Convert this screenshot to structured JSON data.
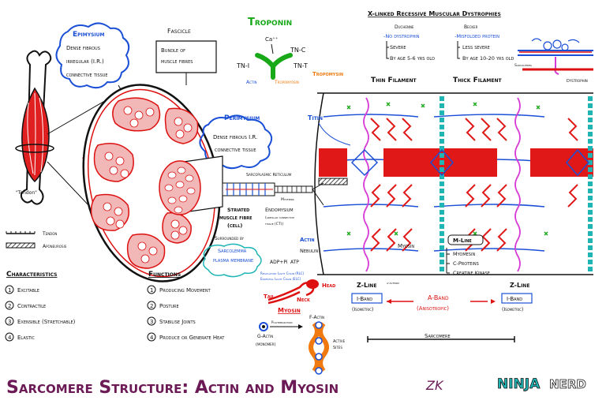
{
  "title": "Sarcomere Structure: Actin and Myosin",
  "brand": {
    "ninja": "NINJA",
    "nerd": "NERD",
    "signature": "ZK"
  },
  "colors": {
    "red": "#d11111",
    "blue": "#1a4fd6",
    "green": "#18a818",
    "teal": "#1fb5b5",
    "magenta": "#d63ad6",
    "purple": "#6b1a55",
    "orange": "#f07a10"
  },
  "muscle": {
    "tendon_label": "\"Tendon\"",
    "epimysium_title": "Epimysium",
    "epimysium_lines": [
      "Dense fibrous",
      "irregular (I.R.)",
      "connective tissue"
    ],
    "fascicle_title": "Fascicle",
    "fascicle_lines": [
      "Bundle of",
      "muscle fibres"
    ],
    "perimysium_title": "Perimysium",
    "perimysium_lines": [
      "Dense fibrous I.R.",
      "connective tissue"
    ],
    "sarcoplasmic_reticulum": "Sarcoplasmic Reticulum",
    "myofibril": "Myofibril",
    "fibre_lines": [
      "Striated",
      "muscle fibre",
      "(cell)"
    ],
    "endomysium_lines": [
      "Endomysium",
      "(areolar connective",
      "tissue (CT))"
    ],
    "surrounded_by": "Surrounded by",
    "sarcolemma_lines": [
      "Sarcolemma",
      "plasma membrane"
    ]
  },
  "legend": {
    "tendon": "Tendon",
    "aponeurosis": "Aponeurosis"
  },
  "characteristics": {
    "title": "Characteristics",
    "items": [
      {
        "num": "1",
        "label": "Excitable"
      },
      {
        "num": "2",
        "label": "Contractile"
      },
      {
        "num": "3",
        "label": "Exensible (Stretchable)"
      },
      {
        "num": "4",
        "label": "Elastic"
      }
    ]
  },
  "functions": {
    "title": "Functions",
    "items": [
      {
        "num": "1",
        "label": "Producing Movement"
      },
      {
        "num": "2",
        "label": "Posture"
      },
      {
        "num": "3",
        "label": "Stabilise Joints"
      },
      {
        "num": "4",
        "label": "Produce or Generate Heat"
      }
    ]
  },
  "troponin": {
    "title": "Troponin",
    "ca": "Ca⁺⁺",
    "tnc": "TN-C",
    "tni": "TN-I",
    "tnt": "TN-T",
    "actin": "Actin",
    "tropomyosin": "Tropomyosin"
  },
  "dystrophies": {
    "title": "X-linked Recessive Muscular Dystrophies",
    "duchenne": {
      "name": "Duchenne",
      "cause": "-No dystrophin",
      "severity": "Severe",
      "age": "By age 5-6 yrs old"
    },
    "becker": {
      "name": "Becker",
      "cause": "-Misfolded protein",
      "severity": "Less severe",
      "age": "By age 10-20 yrs old"
    },
    "sarcolemma": "Sarcolemma",
    "dystrophin": "Dystrophin"
  },
  "sarcomere": {
    "tropomysin": "Tropomysin",
    "thin_filament": "Thin Filament",
    "thick_filament": "Thick Filament",
    "titin": "Titin",
    "actin": "Actin",
    "nebulin": "Nebulin",
    "myosin": "Myosin",
    "m_line": "M-Line",
    "m_items": [
      "Myomesin",
      "C-Proteins",
      "Creatine Kinase"
    ],
    "z_line_left": "Z-Line",
    "z_line_right": "Z-Line",
    "alpha_actinin": "α-actinin",
    "i_band": "I-Band",
    "isometric": "(Isometric)",
    "a_band": "A-Band",
    "anisotropic": "(Anisotropic)",
    "sarcomere": "Sarcomere"
  },
  "myosin_detail": {
    "adp": "ADP+Pi",
    "atp": "ATP",
    "regulatory": "Regulatory Light Chain (RLC)",
    "essential": "Essential Light Chain (ELC)",
    "head": "Head",
    "tail": "Tail",
    "neck": "Neck",
    "myosin": "Myosin",
    "g_actin": "G-Actin",
    "monomer": "(monomer)",
    "polymerization": "Polymerization",
    "f_actin": "F-Actin",
    "active_sites": [
      "Active",
      "Sites"
    ]
  }
}
